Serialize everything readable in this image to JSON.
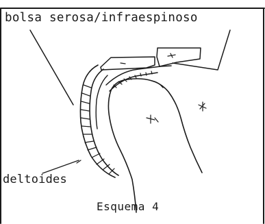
{
  "labels": {
    "bursa": "bolsa serosa/infraespinoso",
    "deltoid": "deltoides"
  },
  "caption": "Esquema 4",
  "colors": {
    "ink": "#1a1a1a",
    "background": "#ffffff"
  }
}
